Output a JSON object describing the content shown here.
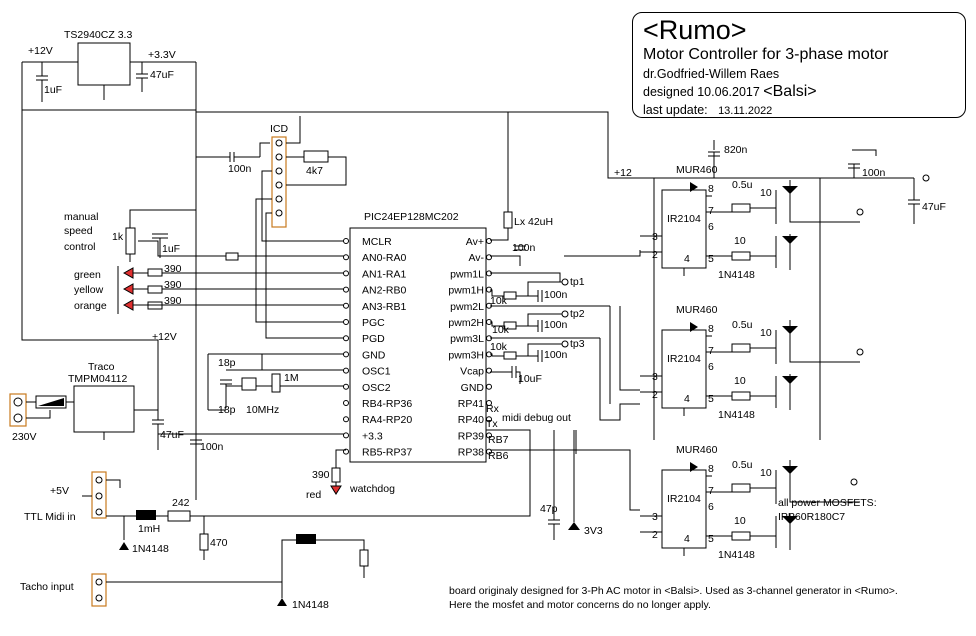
{
  "title_block": {
    "title": "<Rumo>",
    "subtitle": "Motor Controller for 3-phase motor",
    "author": "dr.Godfried-Willem Raes",
    "designed_label": "designed",
    "designed_date": "10.06.2017",
    "origin": "<Balsi>",
    "update_label": "last update:",
    "update_date": "13.11.2022"
  },
  "note": {
    "line1": "board originaly designed for 3-Ph AC motor in <Balsi>. Used as 3-channel generator in <Rumo>.",
    "line2": "Here the mosfet and motor concerns do no longer apply."
  },
  "regulator": {
    "part": "TS2940CZ 3.3",
    "in_rail": "+12V",
    "out_rail": "+3.3V",
    "c_in": "1uF",
    "c_out": "47uF"
  },
  "icd": {
    "label": "ICD",
    "cap": "100n",
    "res": "4k7"
  },
  "controls": {
    "pot_label_1": "manual",
    "pot_label_2": "speed",
    "pot_label_3": "control",
    "pot": "1k",
    "pot_cap": "1uF",
    "leds": [
      {
        "name": "green",
        "res": "390",
        "color": "#e03030"
      },
      {
        "name": "yellow",
        "res": "390",
        "color": "#e03030"
      },
      {
        "name": "orange",
        "res": "390",
        "color": "#e03030"
      }
    ]
  },
  "psu": {
    "brand": "Traco",
    "part": "TMPM04112",
    "mains": "230V",
    "out": "+12V",
    "cap1": "47uF",
    "cap2": "100n"
  },
  "osc": {
    "c1": "18p",
    "c2": "18p",
    "crystal": "10MHz",
    "res": "1M"
  },
  "mcu": {
    "part": "PIC24EP128MC202",
    "left_pins": [
      "MCLR",
      "AN0-RA0",
      "AN1-RA1",
      "AN2-RB0",
      "AN3-RB1",
      "PGC",
      "PGD",
      "GND",
      "OSC1",
      "OSC2",
      "RB4-RP36",
      "RA4-RP20",
      "+3.3",
      "RB5-RP37"
    ],
    "right_pins": [
      "Av+",
      "Av-",
      "pwm1L",
      "pwm1H",
      "pwm2L",
      "pwm2H",
      "pwm3L",
      "pwm3H",
      "Vcap",
      "GND",
      "RP41",
      "RP40",
      "RP39",
      "RP38"
    ],
    "rx": "Rx",
    "tx": "Tx",
    "rb7": "RB7",
    "rb6": "RB6",
    "midi_debug": "midi debug out",
    "lx": "Lx 42uH",
    "av_cap": "100n",
    "vcap": "10uF",
    "pwm_res": "10k",
    "pwm_cap": "100n",
    "tps": [
      "tp1",
      "tp2",
      "tp3"
    ],
    "watchdog_res": "390",
    "watchdog_led": "red",
    "watchdog_label": "watchdog"
  },
  "midi": {
    "rail": "+5V",
    "label": "TTL Midi in",
    "l": "1mH",
    "r1": "242",
    "r2": "470",
    "diode": "1N4148",
    "cap": "47p",
    "zener": "3V3"
  },
  "tacho": {
    "label": "Tacho input",
    "diode": "1N4148"
  },
  "drivers": {
    "rail": "+12",
    "c_bulk": "820n",
    "c_out1": "100n",
    "c_out2": "47uF",
    "driver": "IR2104",
    "diode": "MUR460",
    "boot_cap": "0.5u",
    "gate_res": "10",
    "gate_diode": "1N4148",
    "pins": [
      "8",
      "7",
      "6",
      "5",
      "2",
      "3",
      "4"
    ],
    "mosfet_note_1": "all power MOSFETS:",
    "mosfet_note_2": "IPP60R180C7"
  }
}
